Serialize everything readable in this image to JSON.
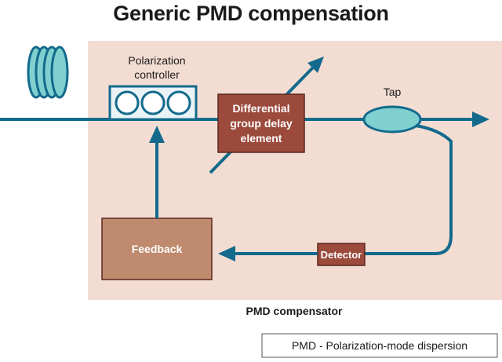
{
  "title": "Generic PMD compensation",
  "labels": {
    "polarization_controller_line1": "Polarization",
    "polarization_controller_line2": "controller",
    "dgd_line1": "Differential",
    "dgd_line2": "group delay",
    "dgd_line3": "element",
    "tap": "Tap",
    "feedback": "Feedback",
    "detector": "Detector",
    "compensator": "PMD compensator",
    "legend": "PMD - Polarization-mode dispersion"
  },
  "colors": {
    "background_panel": "#f3ddd3",
    "fiber": "#136a8c",
    "fiber_light": "#7fd0cf",
    "dgd_box": "#9b4a3c",
    "feedback_box": "#bf8a6e",
    "detector_box": "#9b4a3c",
    "controller_fill": "#e9f3f7"
  }
}
